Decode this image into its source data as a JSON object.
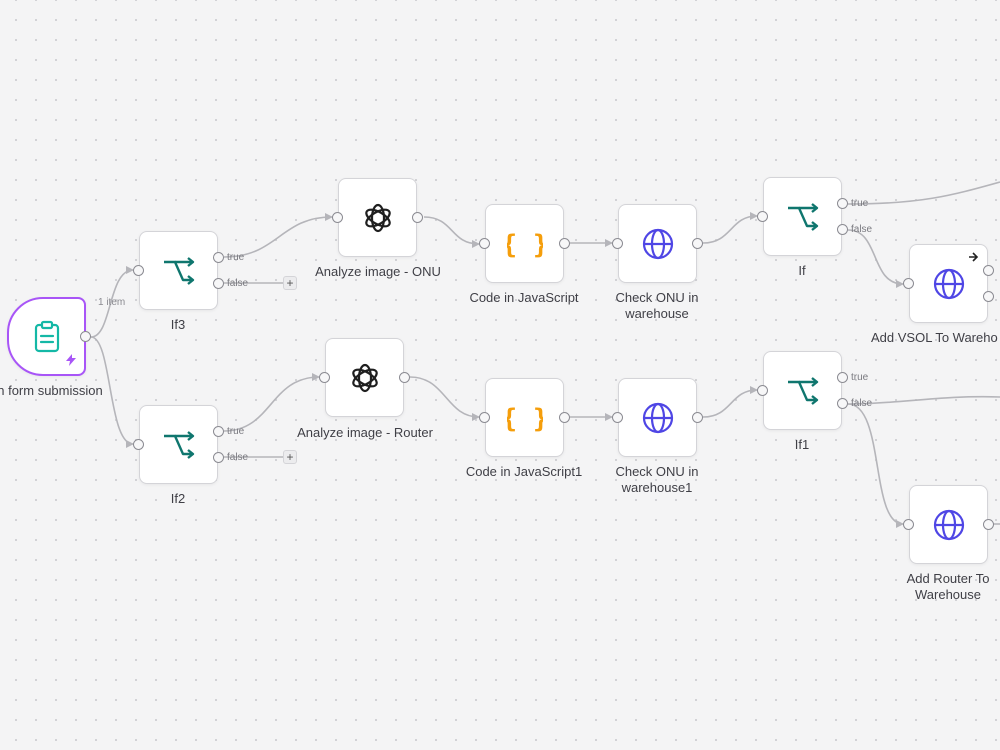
{
  "canvas": {
    "colors": {
      "accent_purple": "#a855f7",
      "if_teal": "#0f766e",
      "code_orange": "#f59e0b",
      "http_blue": "#4f46e5",
      "edge_gray": "#b5b5ba"
    },
    "edge_labels": {
      "trigger_items": "1 item"
    },
    "nodes": {
      "trigger": {
        "label": "n form submission",
        "icon": "clipboard-form-icon"
      },
      "if3": {
        "label": "If3",
        "icon": "if-branch-icon",
        "true_label": "true",
        "false_label": "false"
      },
      "if2": {
        "label": "If2",
        "icon": "if-branch-icon",
        "true_label": "true",
        "false_label": "false"
      },
      "analyze_onu": {
        "label": "Analyze image - ONU",
        "icon": "openai-icon"
      },
      "analyze_router": {
        "label": "Analyze image - Router",
        "icon": "openai-icon"
      },
      "code_js": {
        "label": "Code in JavaScript",
        "icon": "code-braces-icon"
      },
      "code_js1": {
        "label": "Code in JavaScript1",
        "icon": "code-braces-icon"
      },
      "check_onu": {
        "label_line1": "Check ONU in",
        "label_line2": "warehouse",
        "icon": "globe-icon"
      },
      "check_onu1": {
        "label_line1": "Check ONU in",
        "label_line2": "warehouse1",
        "icon": "globe-icon"
      },
      "if": {
        "label": "If",
        "icon": "if-branch-icon",
        "true_label": "true",
        "false_label": "false"
      },
      "if1": {
        "label": "If1",
        "icon": "if-branch-icon",
        "true_label": "true",
        "false_label": "false"
      },
      "add_vsol": {
        "label": "Add VSOL To Wareho",
        "icon": "globe-icon",
        "run_icon": "arrow-right-icon"
      },
      "add_router": {
        "label_line1": "Add Router To",
        "label_line2": "Warehouse",
        "icon": "globe-icon"
      }
    },
    "add_button_label": "+"
  }
}
